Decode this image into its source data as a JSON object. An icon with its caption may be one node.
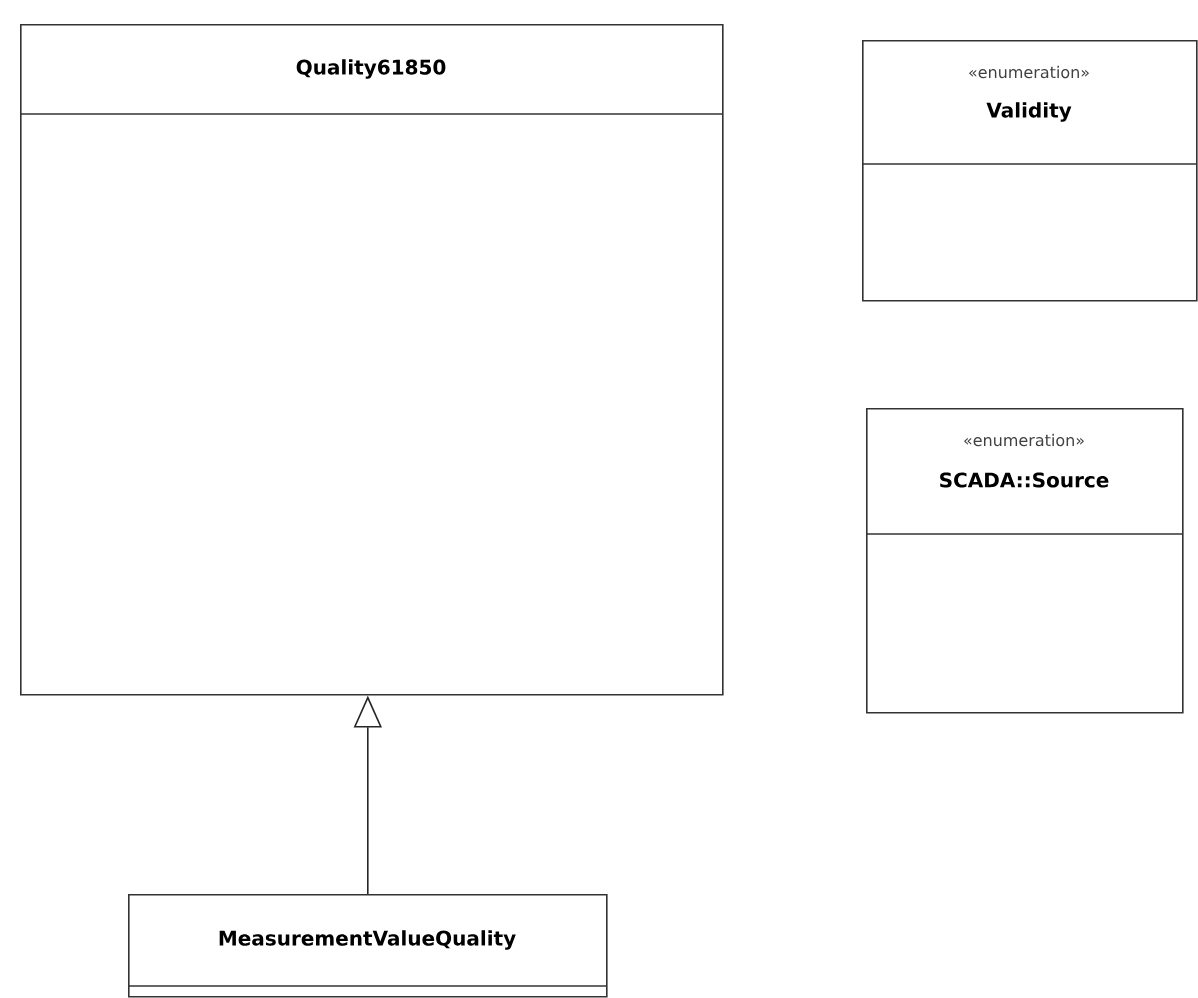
{
  "diagram": {
    "nodes": [
      {
        "text": [
          "Quality61850"
        ]
      },
      {
        "text": [
          "«enumeration»",
          "Validity"
        ]
      },
      {
        "text": [
          "«enumeration»",
          "SCADA::Source"
        ]
      },
      {
        "text": [
          "MeasurementValueQuality"
        ]
      }
    ],
    "edges": [
      {
        "from": 3,
        "to": 0,
        "arrow": "to"
      }
    ]
  }
}
